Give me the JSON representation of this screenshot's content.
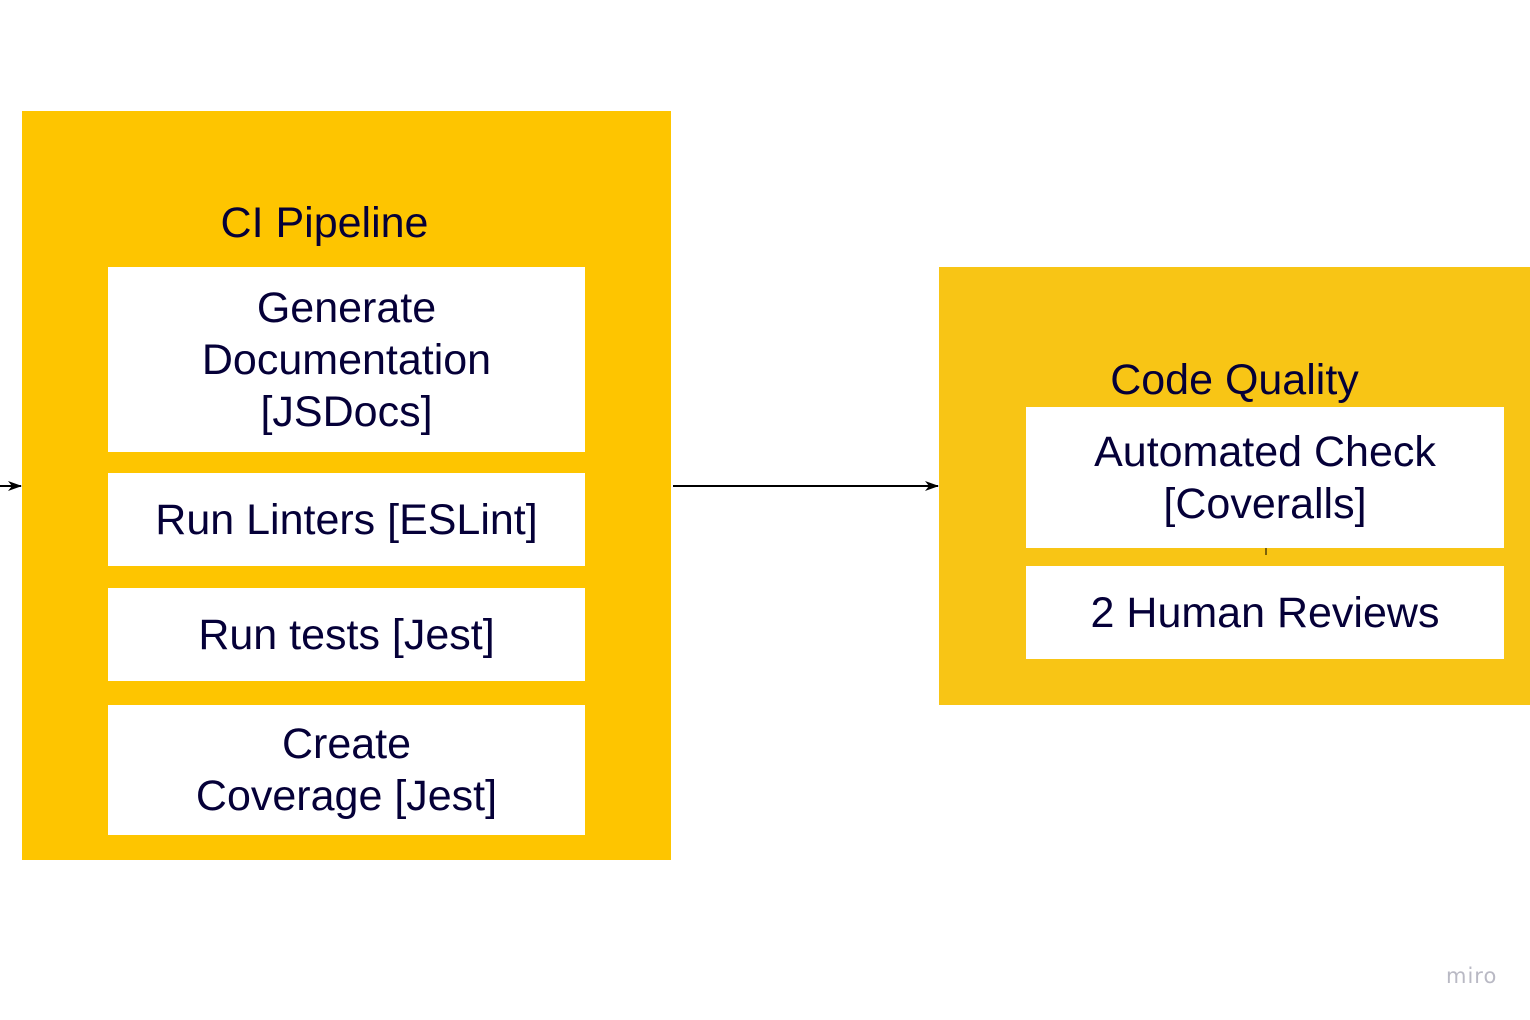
{
  "ci_pipeline": {
    "title": "CI Pipeline",
    "steps": [
      {
        "line1": "Generate",
        "line2": "Documentation",
        "line3": "[JSDocs]"
      },
      {
        "label": "Run Linters [ESLint]"
      },
      {
        "label": "Run tests [Jest]"
      },
      {
        "line1": "Create",
        "line2": "Coverage [Jest]"
      }
    ]
  },
  "code_quality": {
    "title": "Code Quality",
    "steps": [
      {
        "line1": "Automated Check",
        "line2": "[Coveralls]"
      },
      {
        "label": "2 Human Reviews"
      }
    ]
  },
  "watermark": "miro",
  "colors": {
    "ci_group_fill": "#FEC500",
    "cq_group_fill": "#F8C515",
    "card_fill": "#FFFFFF",
    "text": "#050038",
    "arrow": "#000000"
  }
}
